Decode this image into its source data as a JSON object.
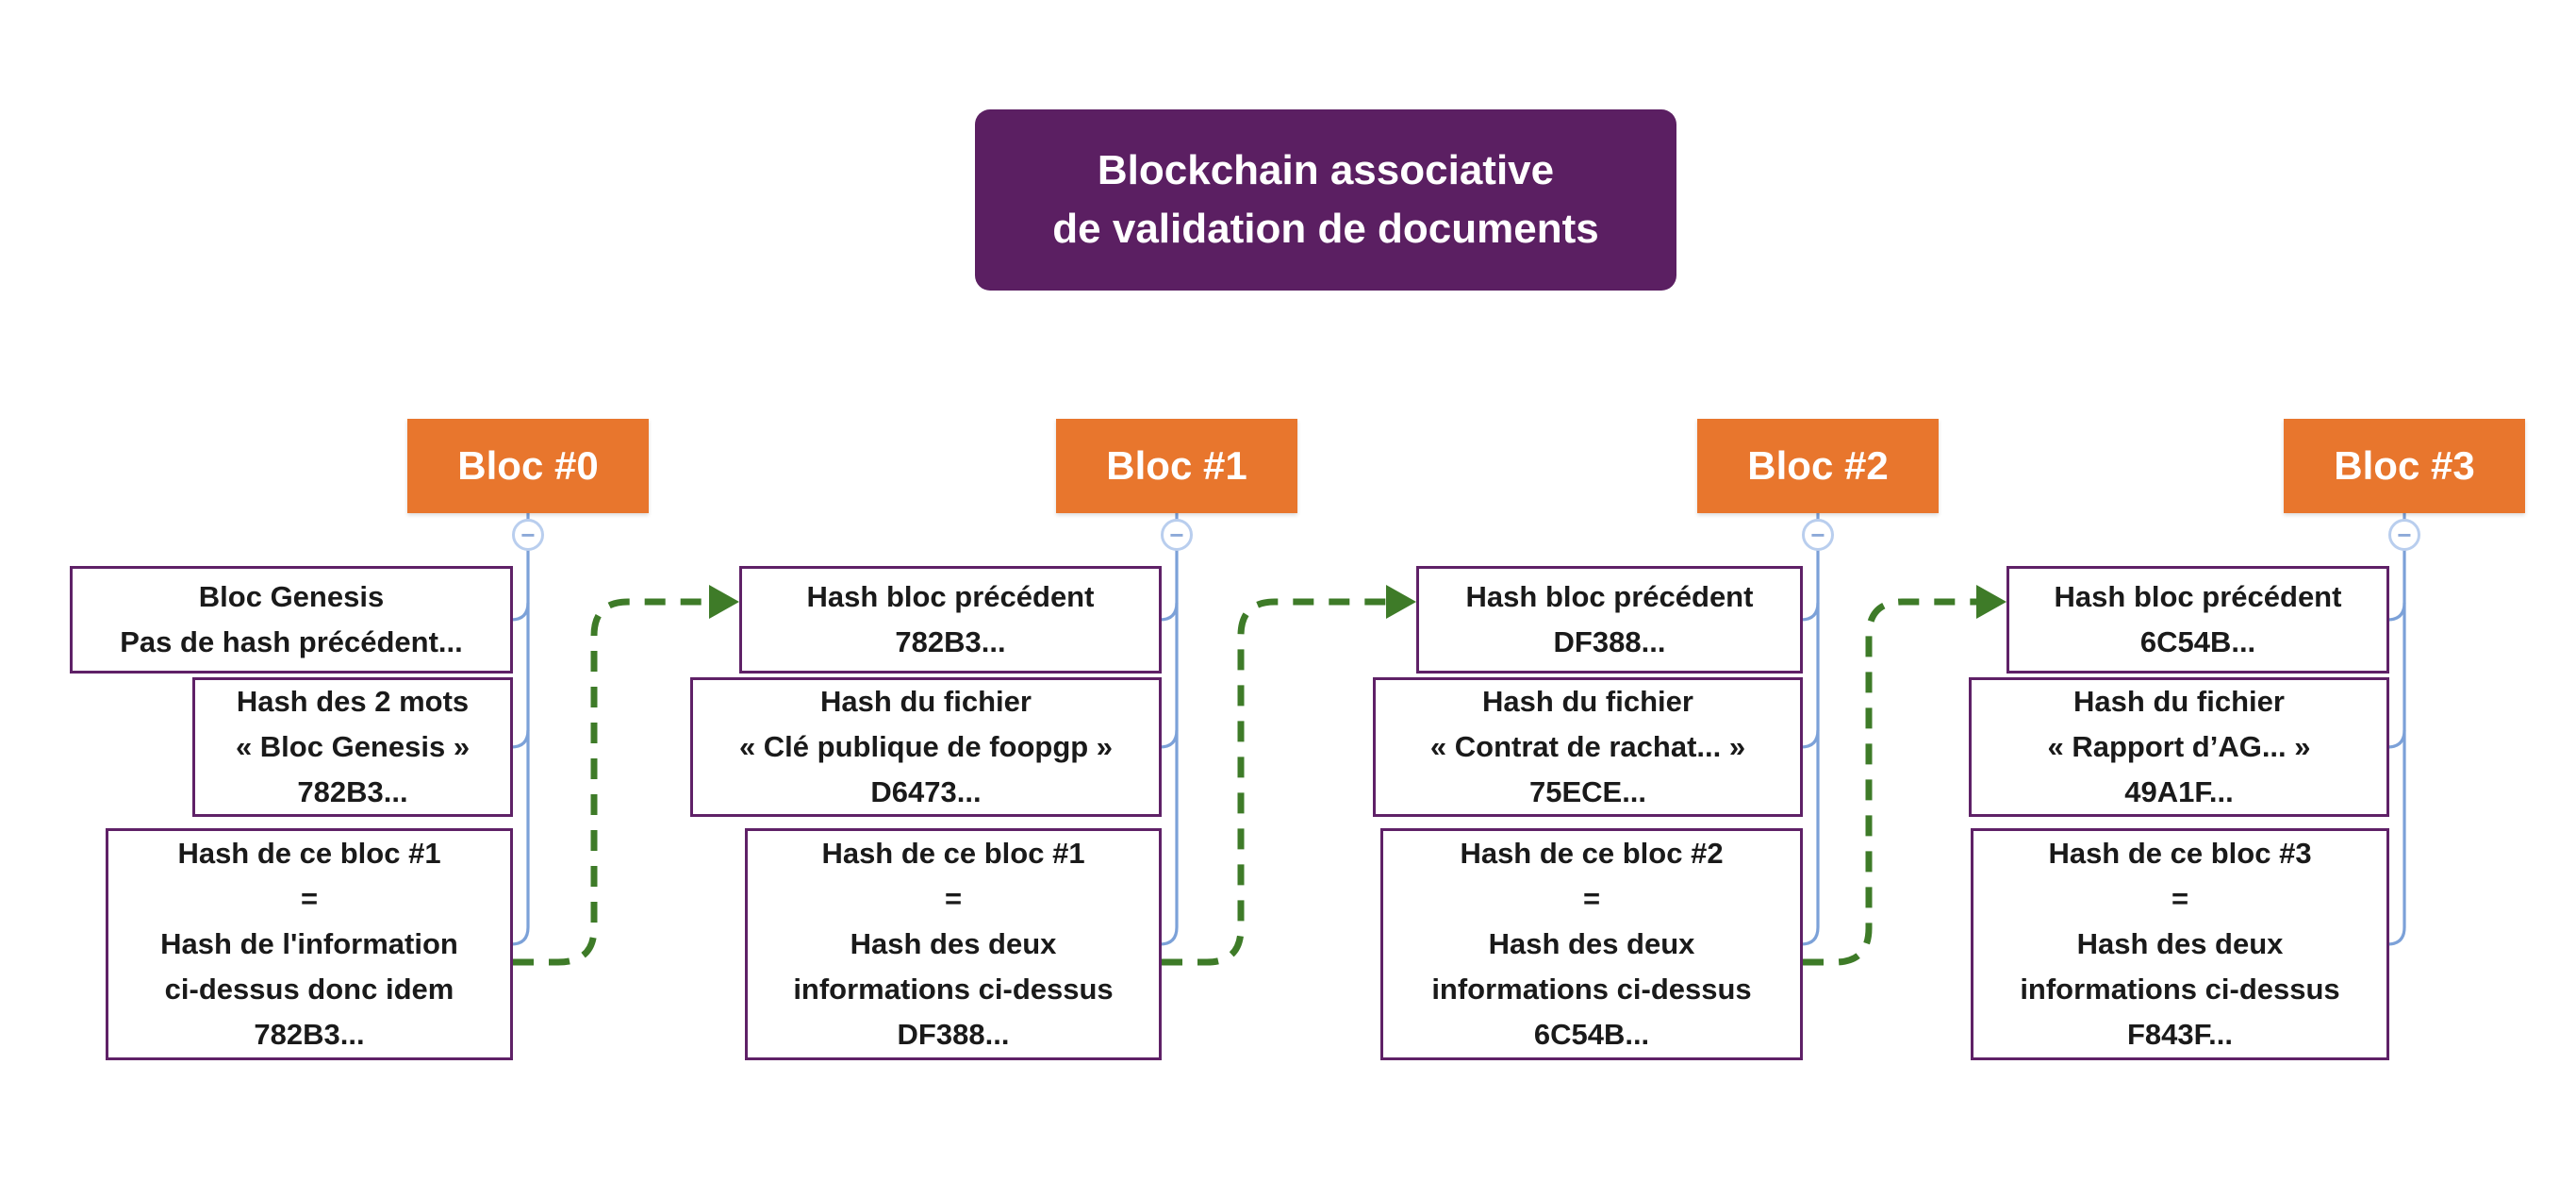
{
  "colors": {
    "header-orange": "#E8762D",
    "title-bg": "#5B1F62",
    "box-border": "#5F2167",
    "connector-blue": "#7CA1D8",
    "toggle-border": "#B9CEEE",
    "toggle-minus": "#8CA9D8",
    "arrow-green": "#3E7B28"
  },
  "title": {
    "text_lines": [
      "Blockchain associative",
      "de validation de documents"
    ]
  },
  "toggle_glyph": "−",
  "blocks": [
    {
      "label": "Bloc #0",
      "boxes": [
        {
          "lines": [
            "Bloc Genesis",
            "Pas de hash précédent..."
          ]
        },
        {
          "lines": [
            "Hash des 2 mots",
            "« Bloc Genesis »",
            "782B3..."
          ]
        },
        {
          "lines": [
            "Hash de ce bloc #1",
            "=",
            "Hash de l'information",
            "ci-dessus donc idem",
            "782B3..."
          ]
        }
      ]
    },
    {
      "label": "Bloc #1",
      "boxes": [
        {
          "lines": [
            "Hash bloc précédent",
            "782B3..."
          ]
        },
        {
          "lines": [
            "Hash du fichier",
            "« Clé publique de foopgp »",
            "D6473..."
          ]
        },
        {
          "lines": [
            "Hash de ce bloc #1",
            "=",
            "Hash des deux",
            "informations ci-dessus",
            "DF388..."
          ]
        }
      ]
    },
    {
      "label": "Bloc #2",
      "boxes": [
        {
          "lines": [
            "Hash bloc précédent",
            "DF388..."
          ]
        },
        {
          "lines": [
            "Hash du fichier",
            "« Contrat de rachat... »",
            "75ECE..."
          ]
        },
        {
          "lines": [
            "Hash de ce bloc #2",
            "=",
            "Hash des deux",
            "informations ci-dessus",
            "6C54B..."
          ]
        }
      ]
    },
    {
      "label": "Bloc #3",
      "boxes": [
        {
          "lines": [
            "Hash bloc précédent",
            "6C54B..."
          ]
        },
        {
          "lines": [
            "Hash du fichier",
            "« Rapport d’AG... »",
            "49A1F..."
          ]
        },
        {
          "lines": [
            "Hash de ce bloc #3",
            "=",
            "Hash des deux",
            "informations ci-dessus",
            "F843F..."
          ]
        }
      ]
    }
  ]
}
